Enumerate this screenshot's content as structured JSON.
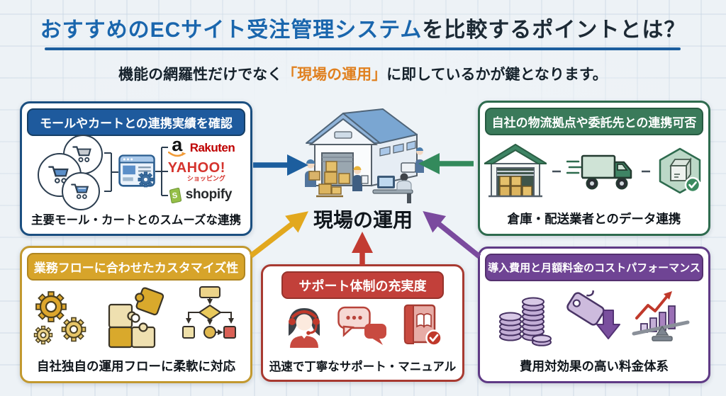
{
  "header": {
    "title_highlight": "おすすめのECサイト受注管理システム",
    "title_rest": "を比較するポイントとは？",
    "subtitle_pre": "機能の網羅性だけでなく",
    "subtitle_highlight": "「現場の運用」",
    "subtitle_post": "に即しているかが鍵となります。"
  },
  "center": {
    "label": "現場の運用"
  },
  "boxes": {
    "mall": {
      "header": "モールやカートとの連携実績を確認",
      "caption": "主要モール・カートとのスムーズな連携",
      "logos": {
        "amazon": "a",
        "rakuten": "Rakuten",
        "yahoo": "YAHOO!",
        "yahoo_sub": "ショッピング",
        "shopify": "shopify"
      }
    },
    "logistics": {
      "header": "自社の物流拠点や委託先との連携可否",
      "caption": "倉庫・配送業者とのデータ連携"
    },
    "custom": {
      "header": "業務フローに合わせたカスタマイズ性",
      "caption": "自社独自の運用フローに柔軟に対応"
    },
    "support": {
      "header": "サポート体制の充実度",
      "caption": "迅速で丁寧なサポート・マニュアル"
    },
    "cost": {
      "header": "導入費用と月額料金のコストパフォーマンス",
      "caption": "費用対効果の高い料金体系"
    }
  },
  "colors": {
    "title_blue": "#1a66ad",
    "subtitle_orange": "#e0801f",
    "mall_accent": "#1e5a9d",
    "logistics_accent": "#3a7a5a",
    "custom_accent": "#d7a42a",
    "support_accent": "#c2403a",
    "cost_accent": "#6f4494",
    "arrow_blue": "#1c5e9e",
    "arrow_green": "#338a5c",
    "arrow_yellow": "#e2a81e",
    "arrow_red": "#c23b32",
    "arrow_purple": "#7b4a9e"
  }
}
